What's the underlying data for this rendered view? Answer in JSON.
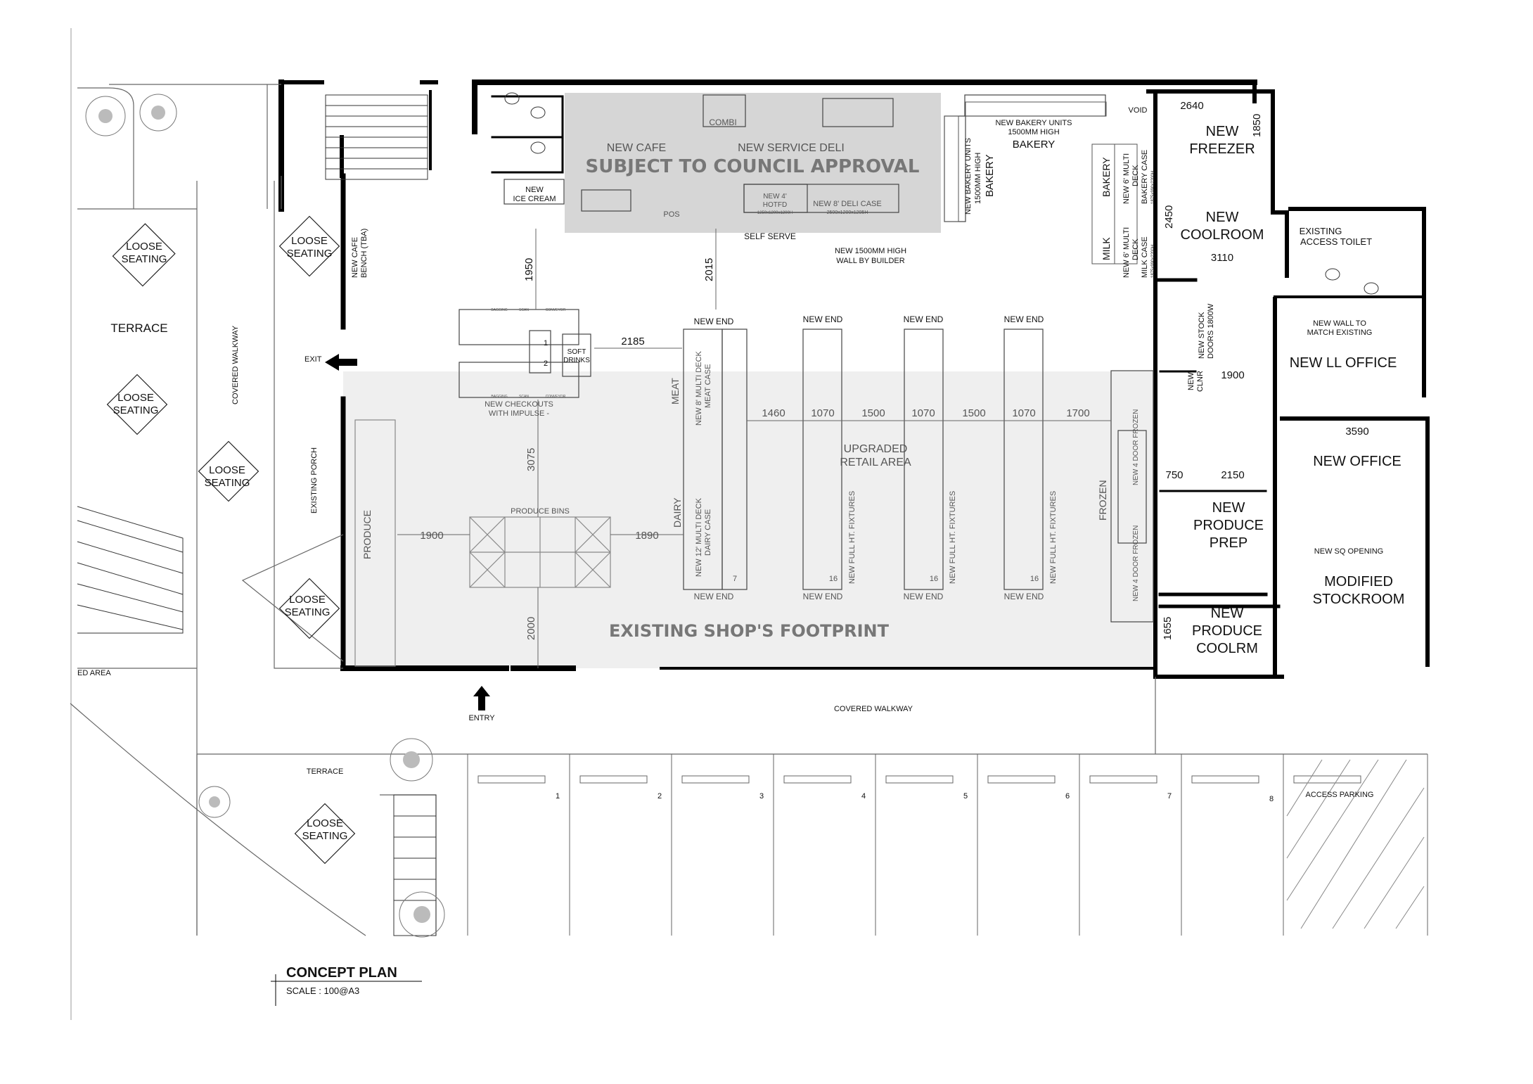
{
  "areas": {
    "council": "SUBJECT TO COUNCIL APPROVAL",
    "footprint": "EXISTING  SHOP'S FOOTPRINT",
    "upgraded_1": "UPGRADED",
    "upgraded_2": "RETAIL AREA"
  },
  "deli": {
    "cafe": "NEW CAFE",
    "service_deli": "NEW SERVICE DELI",
    "combi": "COMBI",
    "ice_cream_1": "NEW",
    "ice_cream_2": "ICE CREAM",
    "hotfd_1": "NEW 4'",
    "hotfd_2": "HOTFD",
    "hotfd_3": "1250x1200x1200H",
    "deli_case_1": "NEW 8' DELI CASE",
    "deli_case_2": "2500x1200x1205H",
    "pos": "POS",
    "self_serve": "SELF SERVE",
    "wall_1": "NEW 1500MM HIGH",
    "wall_2": "WALL BY BUILDER"
  },
  "bakery": {
    "units_top_1": "NEW BAKERY UNITS",
    "units_top_2": "1500MM HIGH",
    "units_top_3": "BAKERY",
    "units_side_1": "NEW BAKERY UNITS",
    "units_side_2": "1500MM HIGH",
    "units_side_3": "BAKERY",
    "bakery_label": "BAKERY",
    "milk_label": "MILK",
    "case_1": "NEW 6' MULTI",
    "case_2": "DECK",
    "case_3": "BAKERY CASE",
    "case_4": "1875x990x2200H",
    "milk_case_1": "NEW 6' MULTI",
    "milk_case_2": "DECK",
    "milk_case_3": "MILK CASE",
    "milk_case_4": "1875x990x2200H"
  },
  "rooms": {
    "void": "VOID",
    "freezer_1": "NEW",
    "freezer_2": "FREEZER",
    "coolroom_1": "NEW",
    "coolroom_2": "COOLROOM",
    "toilet_1": "EXISTING",
    "toilet_2": "ACCESS TOILET",
    "new_wall_1": "NEW WALL TO",
    "new_wall_2": "MATCH EXISTING",
    "ll_office": "NEW LL OFFICE",
    "new_office": "NEW OFFICE",
    "sq_opening": "NEW SQ OPENING",
    "stockroom_1": "MODIFIED",
    "stockroom_2": "STOCKROOM",
    "prep_1": "NEW",
    "prep_2": "PRODUCE",
    "prep_3": "PREP",
    "produce_cool_1": "NEW",
    "produce_cool_2": "PRODUCE",
    "produce_cool_3": "COOLRM",
    "stock_doors_1": "NEW STOCK",
    "stock_doors_2": "DOORS 1800W",
    "clnr_1": "NEW",
    "clnr_2": "CLNR"
  },
  "dims": {
    "d2640": "2640",
    "d1850": "1850",
    "d2450": "2450",
    "d3110": "3110",
    "d1900r": "1900",
    "d3590": "3590",
    "d750": "750",
    "d2150": "2150",
    "d1655": "1655",
    "d1950": "1950",
    "d2015": "2015",
    "d2185": "2185",
    "d3075": "3075",
    "d1900p": "1900",
    "d1890": "1890",
    "d2000": "2000",
    "d1460": "1460",
    "d1070a": "1070",
    "d1500a": "1500",
    "d1070b": "1070",
    "d1500b": "1500",
    "d1070c": "1070",
    "d1700": "1700"
  },
  "fixtures": {
    "new_end": "NEW END",
    "gondola_1": "NEW FULL HT. FIXTURES",
    "gondola_2": "NEW FULL HT. FIXTURES",
    "gondola_3": "NEW FULL HT. FIXTURES",
    "count_7": "7",
    "count_16a": "16",
    "count_16b": "16",
    "count_16c": "16",
    "meat": "MEAT",
    "meat_case_1": "NEW 8' MULTI DECK",
    "meat_case_2": "MEAT CASE",
    "dairy": "DAIRY",
    "dairy_case_1": "NEW 12' MULTI DECK",
    "dairy_case_2": "DAIRY CASE",
    "frozen": "FROZEN",
    "frozen_door_1": "NEW 4 DOOR FROZEN",
    "frozen_door_2": "NEW 4 DOOR FROZEN",
    "produce": "PRODUCE",
    "produce_bins": "PRODUCE BINS",
    "checkouts_1": "NEW CHECKOUTS",
    "checkouts_2": "WITH IMPULSE -",
    "soft_drinks_1": "SOFT",
    "soft_drinks_2": "DRINKS",
    "co_1": "1",
    "co_2": "2",
    "conveyor": "CONVEYOR",
    "scan": "SCAN",
    "bagging": "BAGGING",
    "cafe_bench_1": "NEW CAFE",
    "cafe_bench_2": "BENCH (TBA)"
  },
  "outside": {
    "terrace": "TERRACE",
    "terrace_bottom": "TERRACE",
    "loose": "LOOSE",
    "seating": "SEATING",
    "covered_walkway_v": "COVERED WALKWAY",
    "covered_walkway_h": "COVERED WALKWAY",
    "existing_porch": "EXISTING PORCH",
    "exit": "EXIT",
    "entry": "ENTRY",
    "area_frag": "ED AREA",
    "access_parking": "ACCESS PARKING",
    "bays": [
      "1",
      "2",
      "3",
      "4",
      "5",
      "6",
      "7",
      "8"
    ]
  },
  "title": {
    "name": "CONCEPT PLAN",
    "scale": "SCALE :  100@A3"
  },
  "colors": {
    "wall": "#000000",
    "council_zone": "#d6d6d6",
    "footprint_zone": "#efefef",
    "line": "#666666"
  }
}
